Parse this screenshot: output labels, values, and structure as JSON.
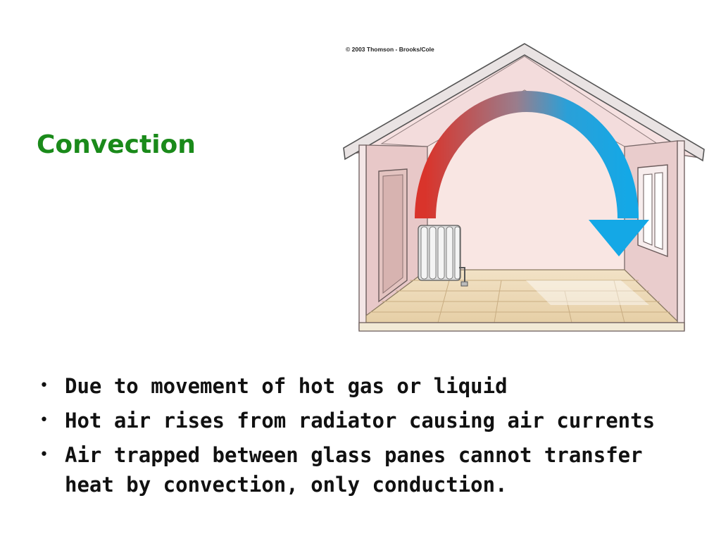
{
  "slide": {
    "title": "Convection",
    "copyright": "© 2003 Thomson - Brooks/Cole",
    "illustration_icons": [
      "house-icon",
      "radiator-icon",
      "door-icon",
      "window-icon",
      "convection-arrow-icon"
    ],
    "colors": {
      "title": "#1a8a1a",
      "arrow_hot": "#d9342b",
      "arrow_cold": "#14a8e6",
      "text": "#111111"
    },
    "bullets": [
      {
        "marker": "•",
        "text": "Due to movement of hot gas or liquid"
      },
      {
        "marker": "•",
        "text": "Hot air rises from radiator causing air currents"
      },
      {
        "marker": "•",
        "text": "Air trapped between glass panes cannot transfer heat by convection, only conduction."
      }
    ]
  }
}
